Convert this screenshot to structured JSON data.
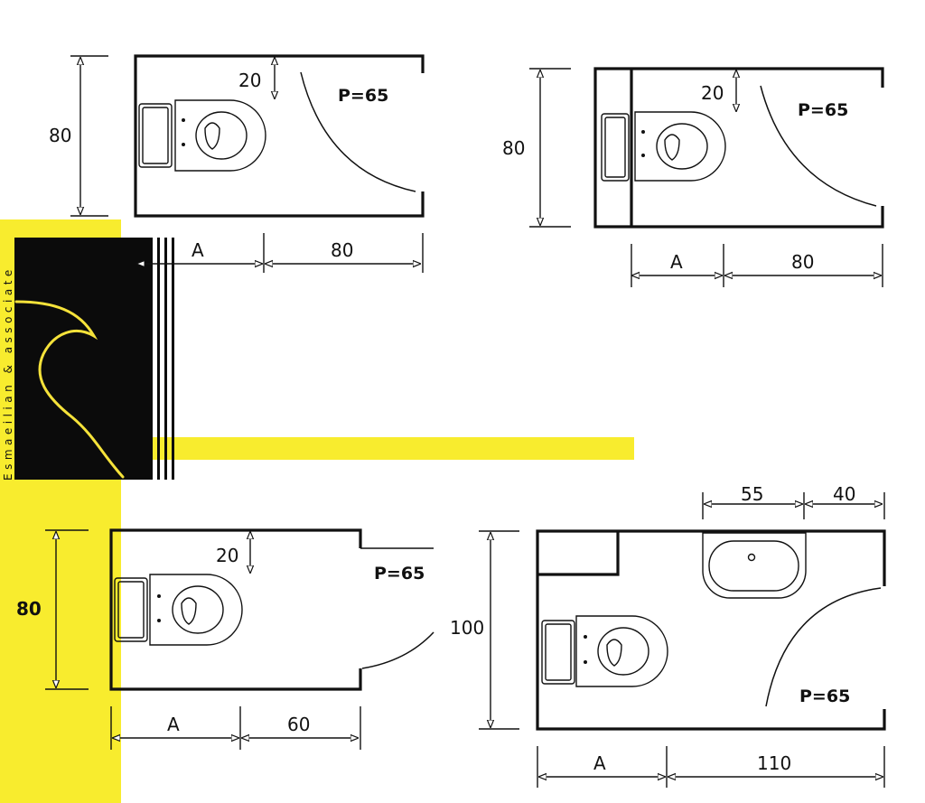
{
  "brand": {
    "name": "Esmaeilian & associate",
    "accent_color": "#f8ec2e",
    "dark_color": "#0b0b0b"
  },
  "plans": [
    {
      "height": "80",
      "clearance": "20",
      "door": "P=65",
      "dim_a": "A",
      "dim_b": "80"
    },
    {
      "height": "80",
      "clearance": "20",
      "door": "P=65",
      "dim_a": "A",
      "dim_b": "80"
    },
    {
      "height": "80",
      "clearance": "20",
      "door": "P=65",
      "dim_a": "A",
      "dim_b": "60"
    },
    {
      "height": "100",
      "door": "P=65",
      "dim_a": "A",
      "dim_b": "110",
      "sink_width": "55",
      "sink_offset": "40"
    }
  ]
}
